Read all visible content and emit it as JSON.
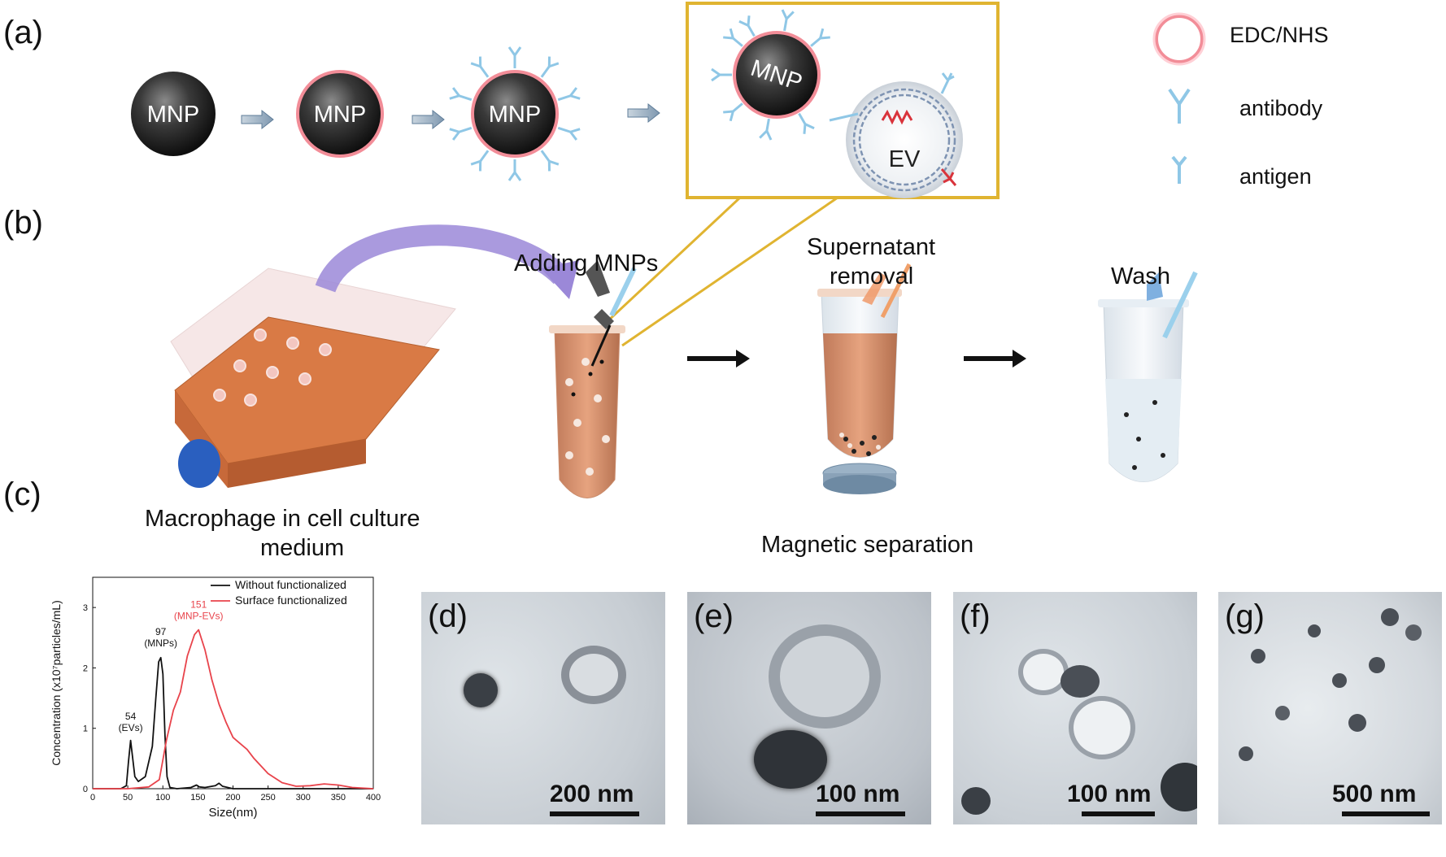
{
  "panels": {
    "a": "(a)",
    "b": "(b)",
    "c": "(c)",
    "d": "(d)",
    "e": "(e)",
    "f": "(f)",
    "g": "(g)"
  },
  "nanoparticle_label": "MNP",
  "vesicle_label": "EV",
  "legend": {
    "edc_nhs": "EDC/NHS",
    "antibody": "antibody",
    "antigen": "antigen"
  },
  "steps": {
    "adding": "Adding MNPs",
    "supernatant_line1": "Supernatant",
    "supernatant_line2": "removal",
    "wash": "Wash",
    "macrophage_line1": "Macrophage in cell culture",
    "macrophage_line2": "medium",
    "magnetic": "Magnetic separation"
  },
  "tem_scale_bars": {
    "d": "200 nm",
    "e": "100 nm",
    "f": "100 nm",
    "g": "500 nm"
  },
  "colors": {
    "red": "#e8434b",
    "dark": "#111111",
    "gold": "#e0b431",
    "arrow_blue": "#7fa7cf",
    "purple": "#9b88d8"
  },
  "chart_data": {
    "type": "line",
    "xlabel": "Size(nm)",
    "ylabel": "Concentration (x10⁷particles/mL)",
    "xlim": [
      0,
      400
    ],
    "ylim": [
      0,
      3.5
    ],
    "xticks": [
      "0",
      "50",
      "100",
      "150",
      "200",
      "250",
      "300",
      "350",
      "400"
    ],
    "yticks": [
      "0",
      "1",
      "2",
      "3"
    ],
    "legend_position": "top-right",
    "series": [
      {
        "name": "Without functionalized",
        "color": "#111111",
        "x": [
          0,
          40,
          48,
          51,
          54,
          57,
          60,
          65,
          75,
          85,
          90,
          94,
          97,
          100,
          103,
          106,
          110,
          120,
          140,
          148,
          152,
          160,
          175,
          180,
          185,
          200,
          300,
          400
        ],
        "y": [
          0,
          0,
          0.05,
          0.45,
          0.8,
          0.5,
          0.2,
          0.12,
          0.2,
          0.7,
          1.5,
          2.1,
          2.17,
          1.9,
          0.9,
          0.2,
          0.02,
          0,
          0.02,
          0.06,
          0.03,
          0.02,
          0.05,
          0.09,
          0.04,
          0,
          0,
          0
        ]
      },
      {
        "name": "Surface functionalized",
        "color": "#e8434b",
        "x": [
          0,
          50,
          80,
          95,
          105,
          115,
          125,
          135,
          145,
          151,
          160,
          170,
          180,
          190,
          200,
          210,
          220,
          230,
          250,
          270,
          290,
          310,
          330,
          350,
          370,
          400
        ],
        "y": [
          0,
          0,
          0.03,
          0.15,
          0.8,
          1.3,
          1.6,
          2.2,
          2.55,
          2.63,
          2.3,
          1.8,
          1.4,
          1.1,
          0.85,
          0.75,
          0.65,
          0.5,
          0.25,
          0.1,
          0.04,
          0.05,
          0.08,
          0.06,
          0.02,
          0
        ]
      }
    ],
    "annotations": [
      {
        "text": "54",
        "sub": "(EVs)",
        "x": 54,
        "y": 0.85,
        "color": "#111111"
      },
      {
        "text": "97",
        "sub": "(MNPs)",
        "x": 97,
        "y": 2.25,
        "color": "#111111"
      },
      {
        "text": "151",
        "sub": "(MNP-EVs)",
        "x": 151,
        "y": 2.7,
        "color": "#e8434b"
      }
    ]
  }
}
